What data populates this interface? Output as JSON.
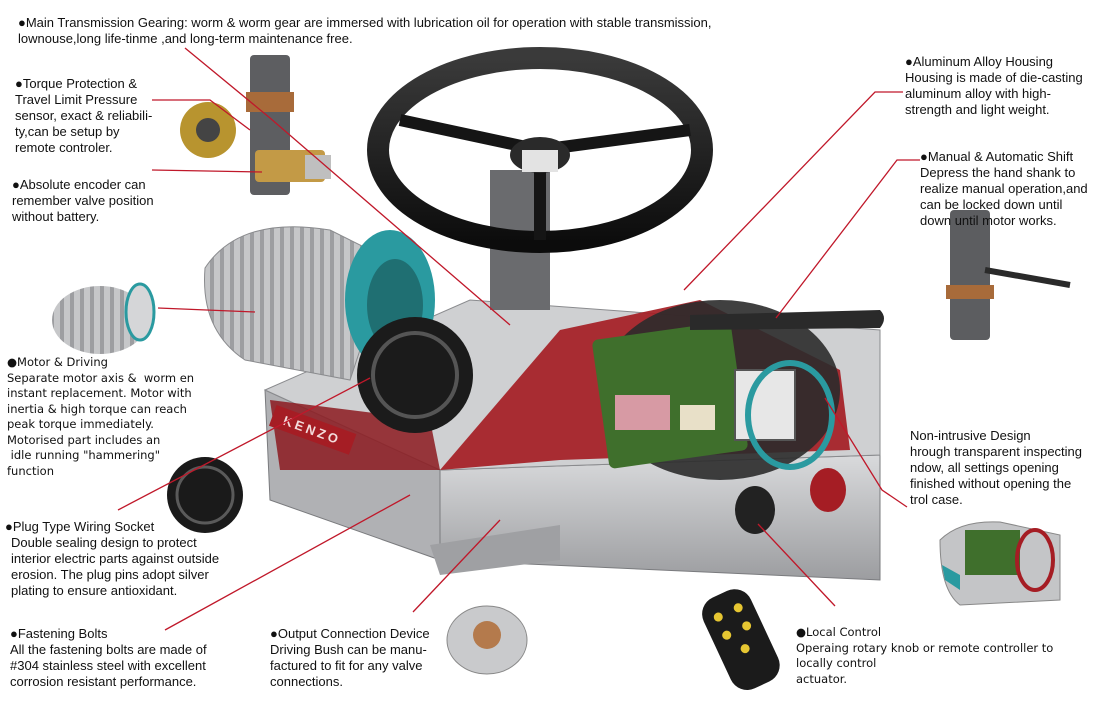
{
  "annotations": {
    "main_transmission": {
      "title": "●Main Transmission Gearing: worm & worm gear are immersed with lubrication oil for operation with stable transmission,",
      "body": "lownouse,long life-tinme ,and long-term maintenance free."
    },
    "torque_protection": {
      "title": "●Torque Protection &",
      "body": "Travel Limit Pressure\nsensor, exact & reliabili-\nty,can be setup by\nremote controler."
    },
    "absolute_encoder": {
      "title": "●Absolute encoder can",
      "body": "remember valve position\nwithout battery."
    },
    "aluminum_housing": {
      "title": "●Aluminum Alloy Housing",
      "body": "Housing is made of die-casting\naluminum alloy with high-\nstrength and light weight."
    },
    "manual_shift": {
      "title": "●Manual & Automatic Shift",
      "body": "Depress the hand shank to\nrealize manual operation,and\ncan be locked down until\ndown until motor works."
    },
    "motor_driving": {
      "title": "●Motor & Driving",
      "body": "Separate motor axis &  worm en\ninstant replacement. Motor with\ninertia & high torque can reach\npeak torque immediately.\nMotorised part includes an\n idle running \"hammering\"\nfunction"
    },
    "non_intrusive": {
      "title": "Non-intrusive Design",
      "body": "hrough transparent inspecting\nndow, all settings opening\nfinished without opening the\ntrol case."
    },
    "plug_socket": {
      "title": "●Plug Type Wiring Socket",
      "body": "Double sealing design to protect\ninterior electric parts against outside\nerosion. The plug pins adopt silver\nplating to ensure antioxidant."
    },
    "fastening_bolts": {
      "title": "●Fastening Bolts",
      "body": "All the fastening bolts are made of\n#304 stainless steel with excellent\ncorrosion resistant performance."
    },
    "output_connection": {
      "title": "●Output Connection Device",
      "body": "Driving Bush can be manu-\nfactured to fit for any valve\nconnections."
    },
    "local_control": {
      "title": "●Local Control",
      "body": "Operaing rotary knob or remote controller to\nlocally control\nactuator."
    }
  },
  "product": {
    "brand_plate": "KENZO"
  },
  "colors": {
    "leader_line": "#c0182a",
    "housing_grey": "#b9babc",
    "housing_red": "#a51d24",
    "handwheel": "#141414",
    "motor_fins": "#c9cacc",
    "teal_ring": "#2a9aa0",
    "pcb_green": "#3f6f2c"
  }
}
